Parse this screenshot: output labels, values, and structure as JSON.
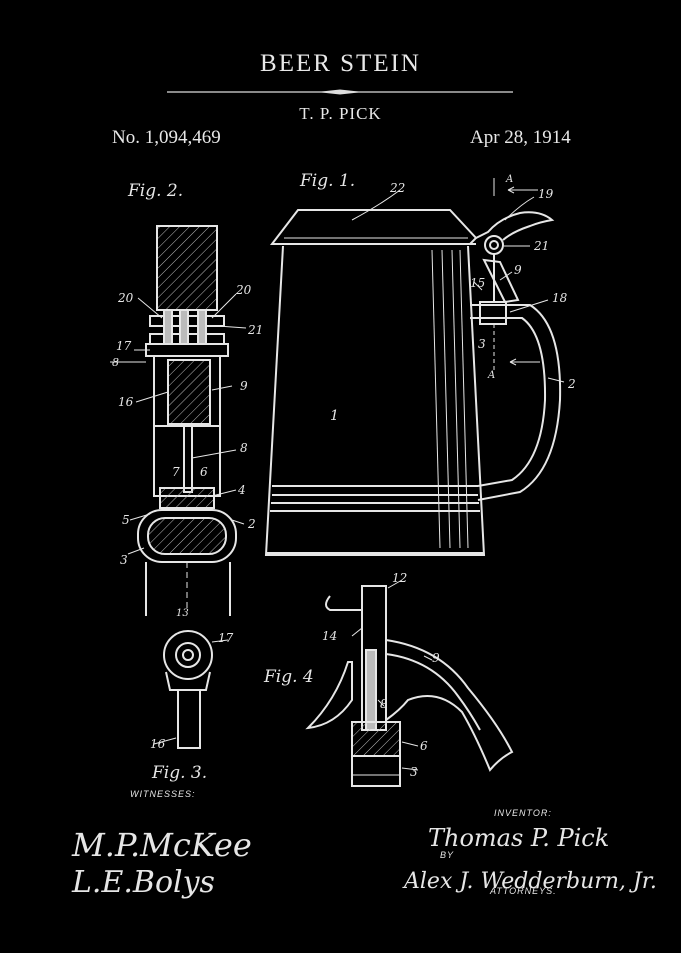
{
  "header": {
    "title": "BEER STEIN",
    "inventor_name": "T. P. PICK",
    "patent_number": "No. 1,094,469",
    "date": "Apr 28, 1914"
  },
  "figures": {
    "fig1": "Fig. 1.",
    "fig2": "Fig. 2.",
    "fig3": "Fig. 3.",
    "fig4": "Fig. 4"
  },
  "reference_numerals": {
    "fig1": [
      "22",
      "19",
      "21",
      "15",
      "9",
      "18",
      "3",
      "2",
      "1",
      "A",
      "A"
    ],
    "fig2": [
      "20",
      "20",
      "21",
      "17",
      "8",
      "9",
      "16",
      "8",
      "7",
      "6",
      "4",
      "5",
      "2",
      "3",
      "13"
    ],
    "fig3": [
      "17",
      "16"
    ],
    "fig4": [
      "12",
      "14",
      "9",
      "8",
      "6",
      "3"
    ]
  },
  "footer": {
    "witnesses_label": "WITNESSES:",
    "witness_1": "M.P.McKee",
    "witness_2": "L.E.Bolys",
    "inventor_label": "INVENTOR:",
    "inventor_signature": "Thomas P. Pick",
    "by_label": "BY",
    "attorney_signature": "Alex J. Wedderburn, Jr.",
    "attorneys_label": "ATTORNEYS."
  },
  "colors": {
    "background": "#000000",
    "ink": "#e8e8e8"
  }
}
